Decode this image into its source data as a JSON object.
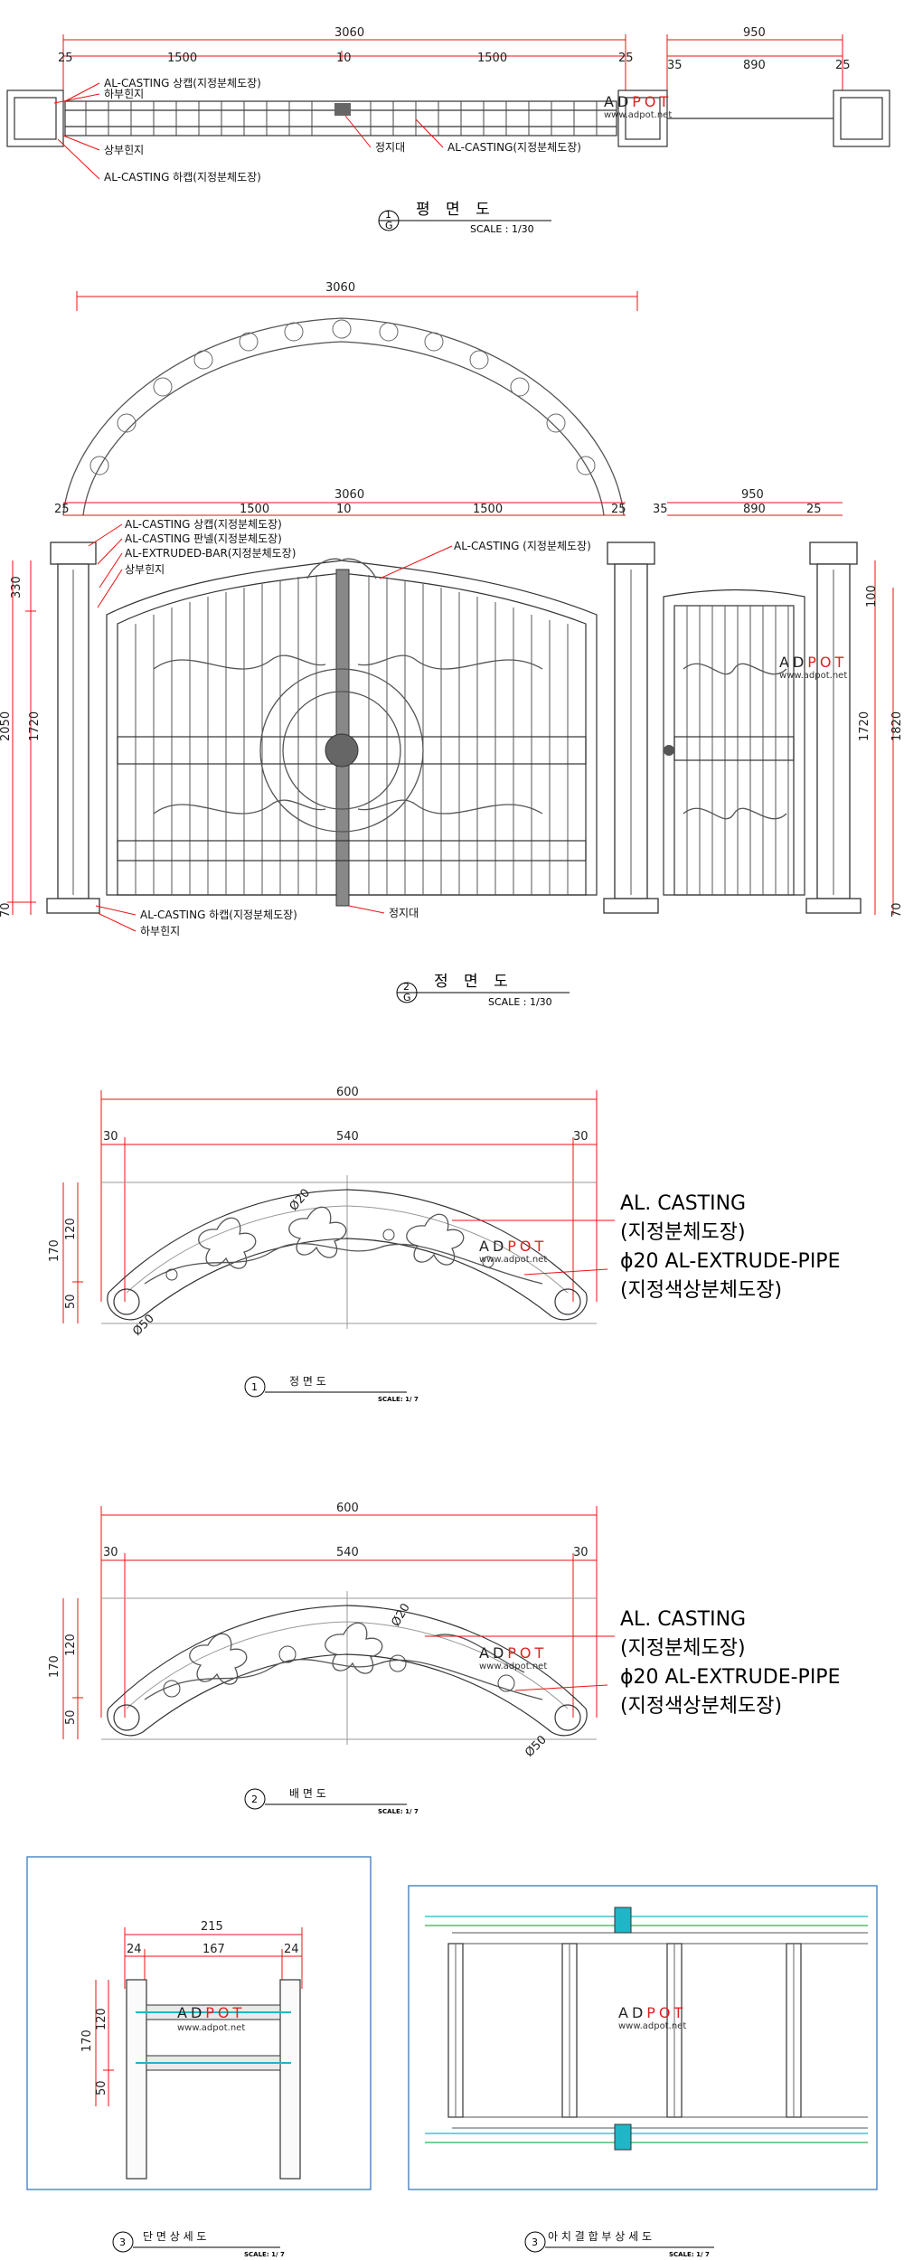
{
  "plan": {
    "dims": {
      "total": "3060",
      "half": "1500",
      "center": "10",
      "left_edge": "25",
      "right_edge": "25",
      "side_total": "950",
      "side_inner": "890",
      "side_left": "35",
      "side_right": "25"
    },
    "labels": {
      "top_cap": "AL-CASTING 상캡(지정분체도장)",
      "lower_hinge": "하부힌지",
      "upper_hinge": "상부힌지",
      "bottom_cap": "AL-CASTING 하캡(지정분체도장)",
      "stopper": "정지대",
      "al_casting": "AL-CASTING(지정분체도장)"
    },
    "title": "평    면    도",
    "num": "1",
    "sub": "G",
    "scale": "SCALE : 1/30"
  },
  "front": {
    "arch_width": "3060",
    "dims": {
      "total": "3060",
      "half": "1500",
      "center": "10",
      "left_edge": "25",
      "right_edge": "25",
      "side_total": "950",
      "side_inner": "890",
      "side_left": "35",
      "side_right": "25"
    },
    "vertical": {
      "v330": "330",
      "v1720": "1720",
      "v2050": "2050",
      "v70": "70",
      "r100": "100",
      "r1720": "1720",
      "r1820": "1820",
      "r70": "70"
    },
    "labels": {
      "top_cap": "AL-CASTING 상캡(지정분체도장)",
      "panel": "AL-CASTING 판넬(지정분체도장)",
      "bar": "AL-EXTRUDED-BAR(지정분체도장)",
      "upper_hinge": "상부힌지",
      "al_casting": "AL-CASTING (지정분체도장)",
      "bottom_cap": "AL-CASTING 하캡(지정분체도장)",
      "stopper": "정지대",
      "lower_hinge": "하부힌지"
    },
    "title": "정    면    도",
    "num": "2",
    "sub": "G",
    "scale": "SCALE : 1/30"
  },
  "arch1": {
    "dims": {
      "w600": "600",
      "w540": "540",
      "l30": "30",
      "r30": "30",
      "h170": "170",
      "h120": "120",
      "h50": "50",
      "phi20": "Ø20",
      "phi50": "Ø50"
    },
    "callout1": "AL. CASTING",
    "callout1b": "(지정분체도장)",
    "callout2": "ϕ20 AL-EXTRUDE-PIPE",
    "callout2b": "(지정색상분체도장)",
    "title": "정    면    도",
    "num": "1",
    "scale": "SCALE: 1/ 7"
  },
  "arch2": {
    "dims": {
      "w600": "600",
      "w540": "540",
      "l30": "30",
      "r30": "30",
      "h170": "170",
      "h120": "120",
      "h50": "50",
      "phi20": "Ø20",
      "phi50": "Ø50"
    },
    "callout1": "AL. CASTING",
    "callout1b": "(지정분체도장)",
    "callout2": "ϕ20 AL-EXTRUDE-PIPE",
    "callout2b": "(지정색상분체도장)",
    "title": "배    면    도",
    "num": "2",
    "scale": "SCALE: 1/ 7"
  },
  "section": {
    "dims": {
      "w215": "215",
      "w167": "167",
      "l24": "24",
      "r24": "24",
      "h170": "170",
      "h120": "120",
      "h50": "50"
    },
    "title": "단  면  상  세  도",
    "num": "3",
    "scale": "SCALE: 1/ 7"
  },
  "joint": {
    "title": "아 치 결 합 부 상 세 도",
    "num": "3",
    "scale": "SCALE: 1/ 7"
  },
  "watermark": {
    "ad": "AD",
    "pot": "POT",
    "url": "www.adpot.net"
  }
}
